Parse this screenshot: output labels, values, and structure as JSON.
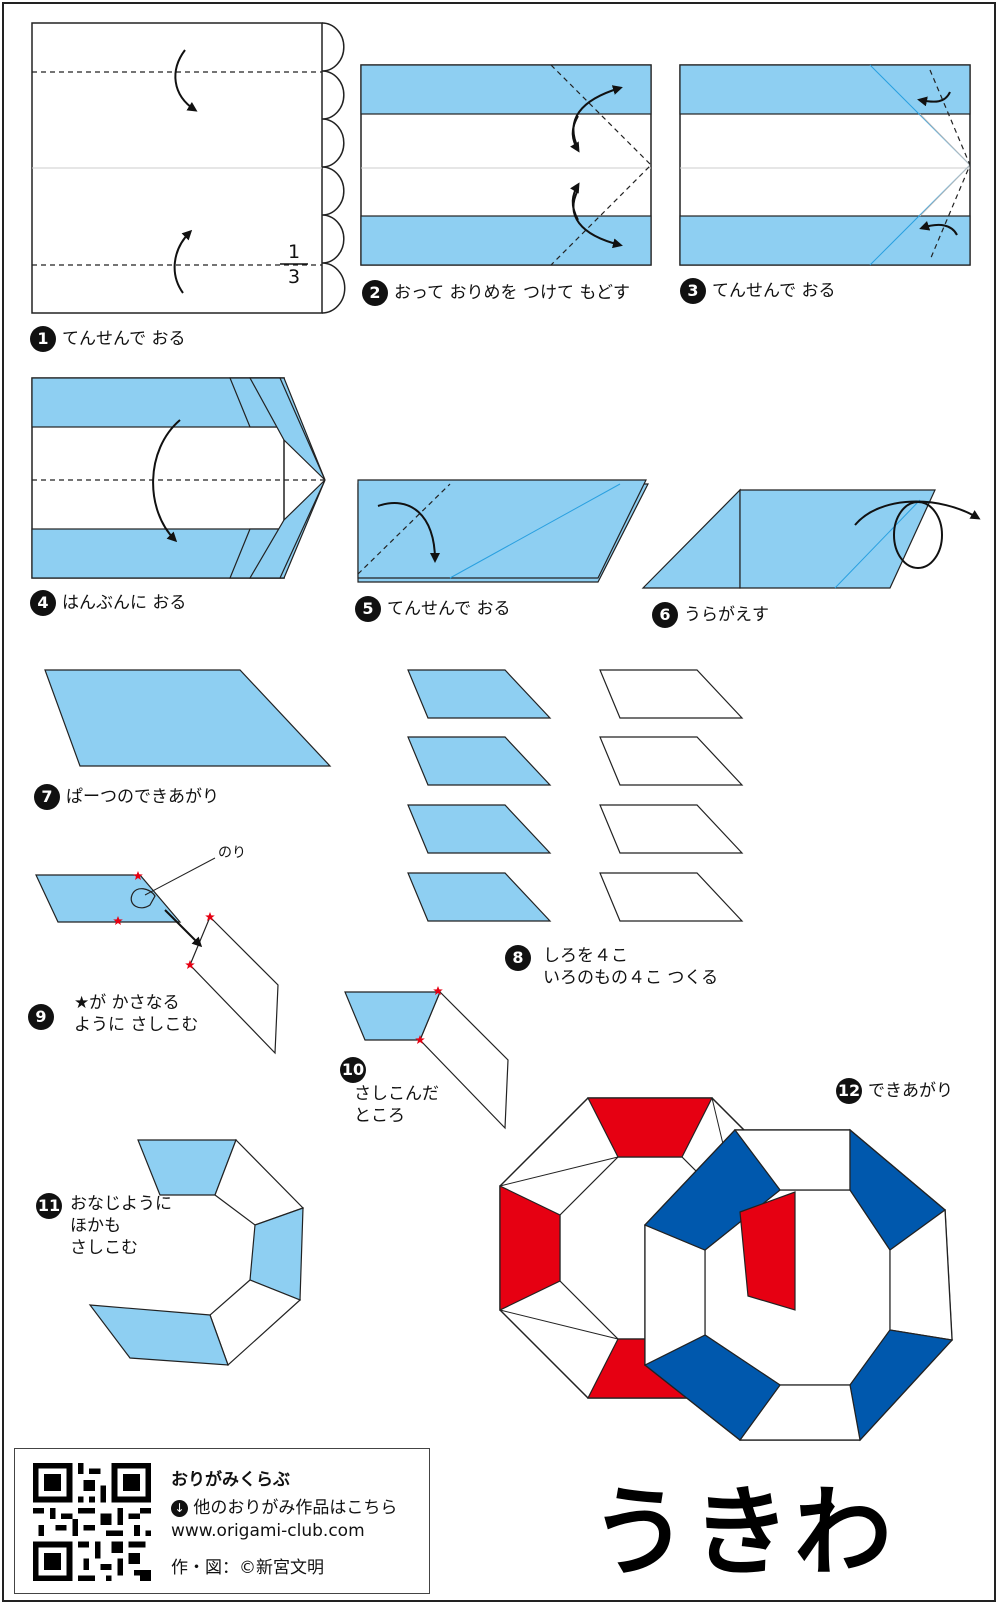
{
  "title": "うきわ",
  "steps": [
    {
      "num": "1",
      "text": "てんせんで おる"
    },
    {
      "num": "2",
      "text": "おって おりめを つけて もどす"
    },
    {
      "num": "3",
      "text": "てんせんで おる"
    },
    {
      "num": "4",
      "text": "はんぶんに おる"
    },
    {
      "num": "5",
      "text": "てんせんで おる"
    },
    {
      "num": "6",
      "text": "うらがえす"
    },
    {
      "num": "7",
      "text": "ぱーつのできあがり"
    },
    {
      "num": "8",
      "lines": [
        "しろを４こ",
        "いろのもの４こ つくる"
      ]
    },
    {
      "num": "9",
      "lines": [
        "★が かさなる",
        "ように さしこむ"
      ]
    },
    {
      "num": "10",
      "lines": [
        "さしこんだ",
        "ところ"
      ]
    },
    {
      "num": "11",
      "lines": [
        "おなじように",
        "ほかも",
        "さしこむ"
      ]
    },
    {
      "num": "12",
      "text": "できあがり"
    }
  ],
  "fraction": {
    "numerator": "1",
    "denominator": "3"
  },
  "glue_label": "のり",
  "info": {
    "site_name": "おりがみくらぶ",
    "link_text": "他のおりがみ作品はこちら",
    "url": "www.origami-club.com",
    "credit": "作・図：©新宮文明"
  },
  "colors": {
    "paper_blue": "#8ecff2",
    "red": "#e60012",
    "navy": "#0058ad",
    "star": "#e60012"
  }
}
